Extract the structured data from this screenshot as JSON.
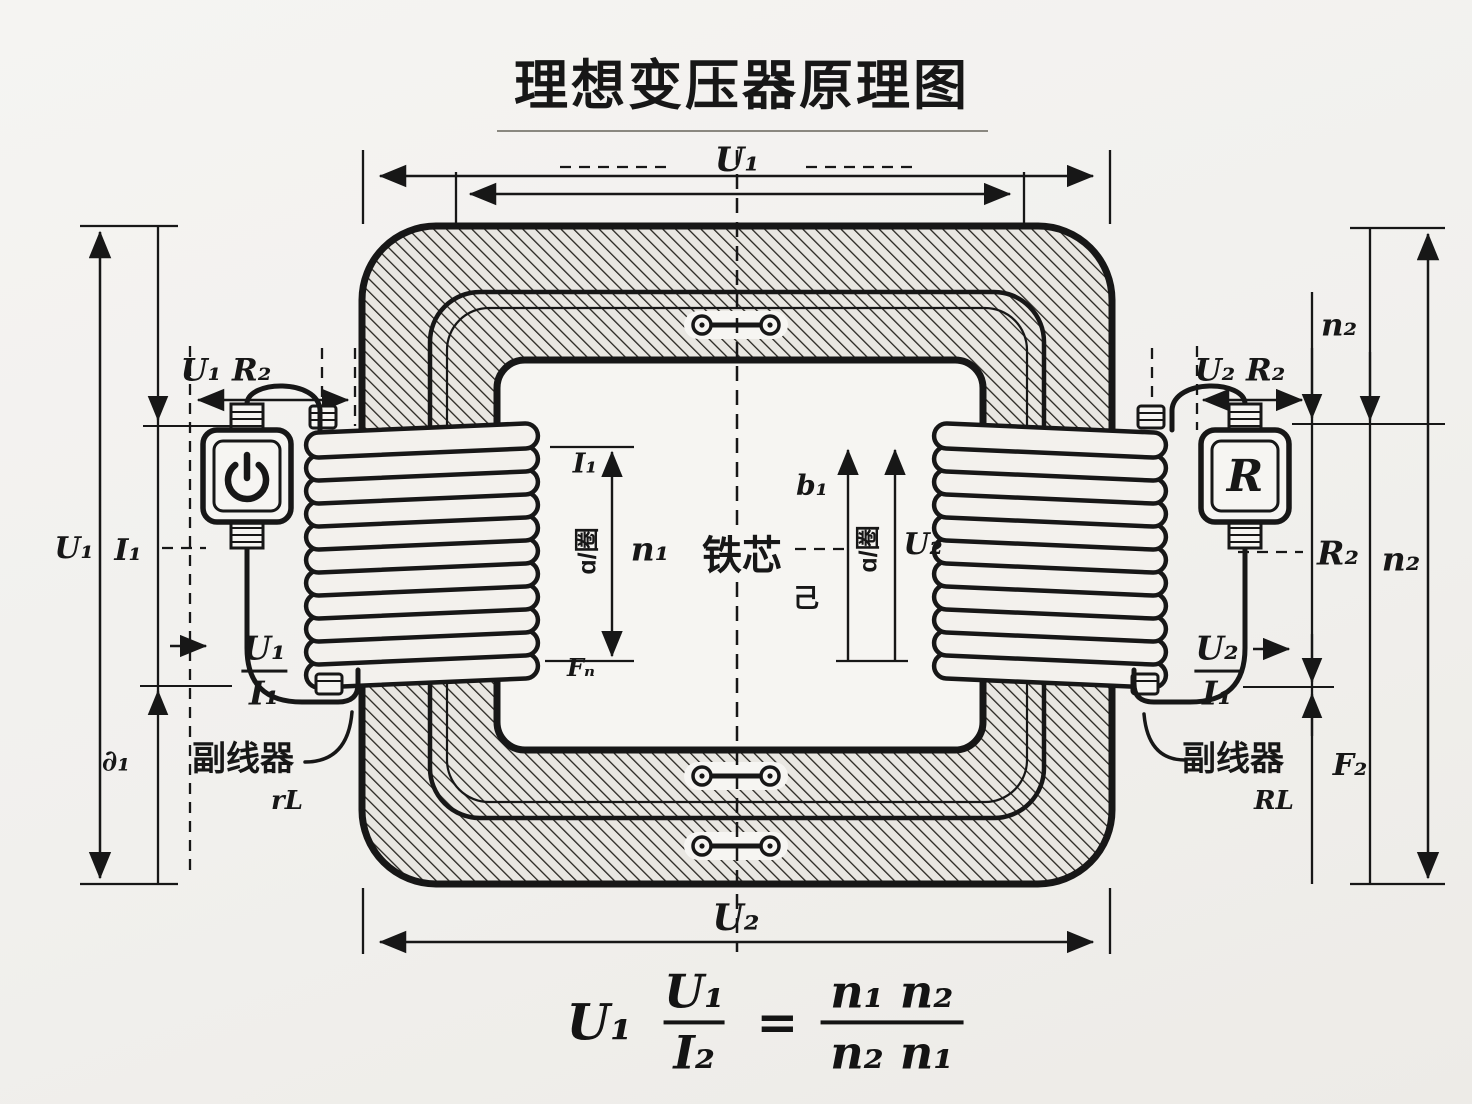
{
  "title": "理想变压器原理图",
  "colors": {
    "background": "#f1f0ed",
    "ink": "#171717",
    "paper": "#f6f5f2"
  },
  "core": {
    "center_label": "铁芯"
  },
  "dim_labels": {
    "top_width": "U₁",
    "bottom_width": "U₂",
    "left_outer": "U₁",
    "left_inner": "I₁",
    "left_lower": "∂₁",
    "left_coil_span": "U₁ R₂",
    "right_coil_span": "U₂ R₂",
    "win_left_top": "I₁",
    "win_left_turns": "n₁",
    "win_left_rotated": "ɑ/圈",
    "win_left_bottom": "Fₙ",
    "win_right_top": "b₁",
    "win_right_bottom": "己",
    "win_right_rotated": "ɑ/圈",
    "win_right_voltage": "U₂",
    "right_upper": "n₂",
    "right_resistance": "R₂",
    "right_turns": "n₂",
    "right_lower": "F₂"
  },
  "primary_circuit": {
    "switch_icon": "power-icon",
    "ratio_num": "U₁",
    "ratio_den": "I₁",
    "winding_label": "副线器",
    "winding_sub": "rL"
  },
  "secondary_circuit": {
    "load_icon": "resistor-icon",
    "load_letter": "R",
    "ratio_num": "U₂",
    "ratio_den": "I₁",
    "winding_label": "副线器",
    "winding_sub": "RL"
  },
  "formula": {
    "lead": "U₁",
    "num1": "U₁",
    "den1": "I₂",
    "equals": "=",
    "num2": "n₁ n₂",
    "den2": "n₂ n₁"
  }
}
